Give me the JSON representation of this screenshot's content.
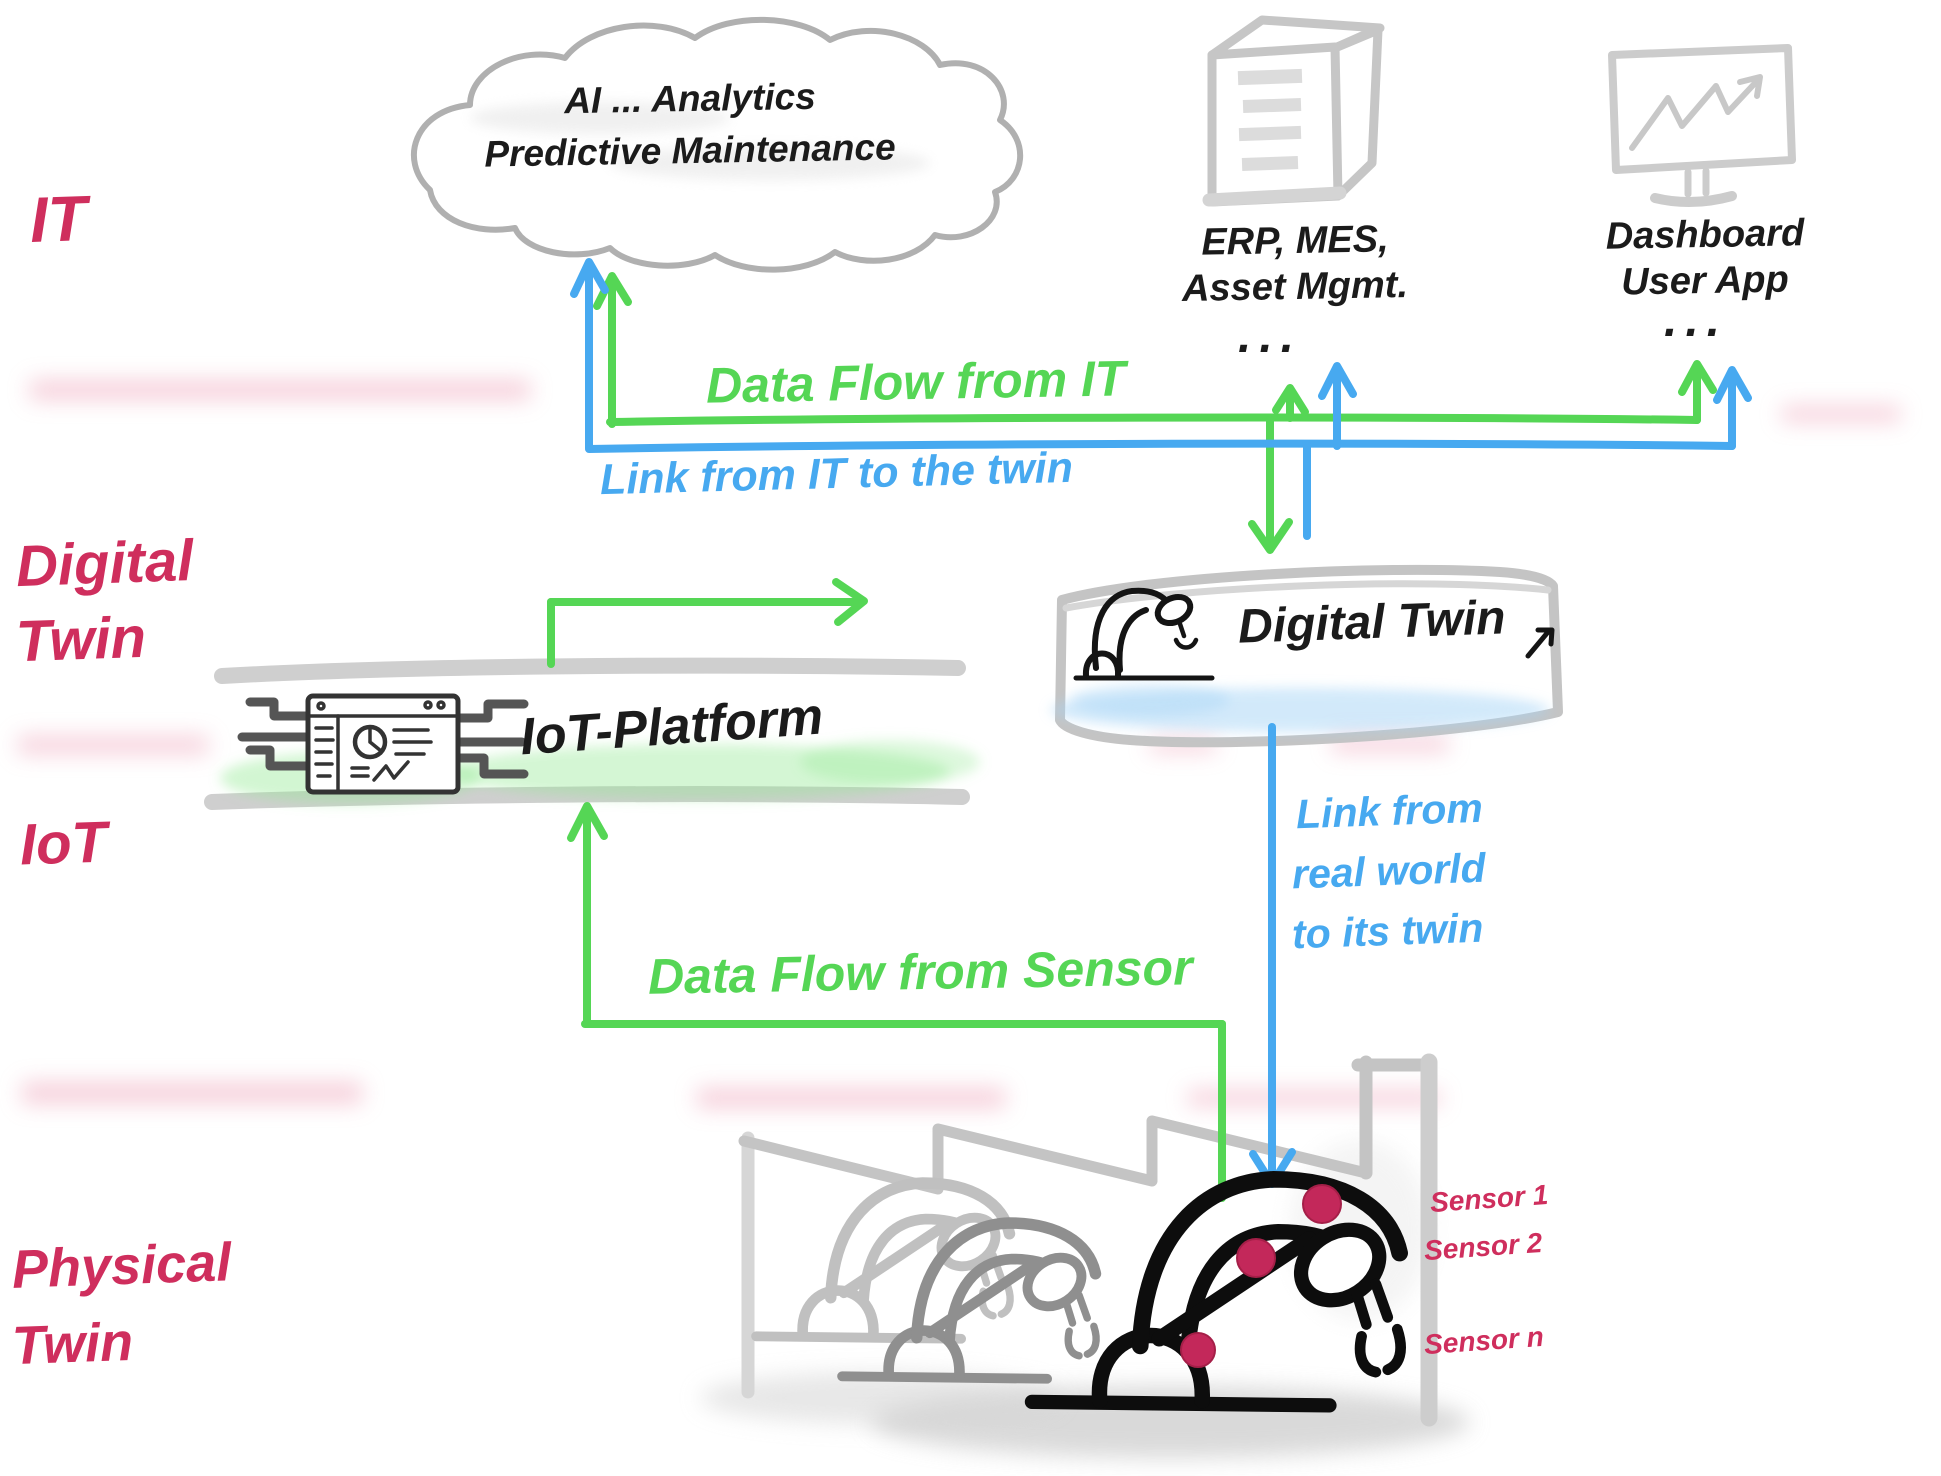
{
  "colors": {
    "green": "#55d655",
    "blue": "#47a9f0",
    "pink": "#cf2e5d",
    "sensor_dot": "#c3285a",
    "ink": "#161616",
    "sketch_gray": "#c4c4c4"
  },
  "icons": {
    "cloud": "cloud-outline-icon",
    "erp": "cube-box-icon",
    "dashboard": "monitor-line-chart-icon",
    "digital_twin": "robot-arm-icon",
    "iot_platform": "chip-window-icon",
    "physical": "factory-robots-icon",
    "sensor": "sensor-dot-icon"
  },
  "layers": {
    "it": "IT",
    "digital_twin_1": "Digital",
    "digital_twin_2": "Twin",
    "iot": "IoT",
    "physical_1": "Physical",
    "physical_2": "Twin"
  },
  "it_systems": {
    "cloud_line1": "AI ... Analytics",
    "cloud_line2": "Predictive Maintenance",
    "erp_line1": "ERP, MES,",
    "erp_line2": "Asset Mgmt.",
    "erp_more": "...",
    "dash_line1": "Dashboard",
    "dash_line2": "User App",
    "dash_more": "..."
  },
  "nodes": {
    "digital_twin": "Digital Twin",
    "iot_platform": "IoT-Platform"
  },
  "flows": {
    "data_flow_it": "Data Flow from IT",
    "link_it": "Link from IT to the twin",
    "data_flow_sensor": "Data Flow from Sensor",
    "link_real_1": "Link from",
    "link_real_2": "real world",
    "link_real_3": "to its twin"
  },
  "sensors": [
    {
      "label": "Sensor 1"
    },
    {
      "label": "Sensor 2"
    },
    {
      "label": "Sensor n"
    }
  ]
}
